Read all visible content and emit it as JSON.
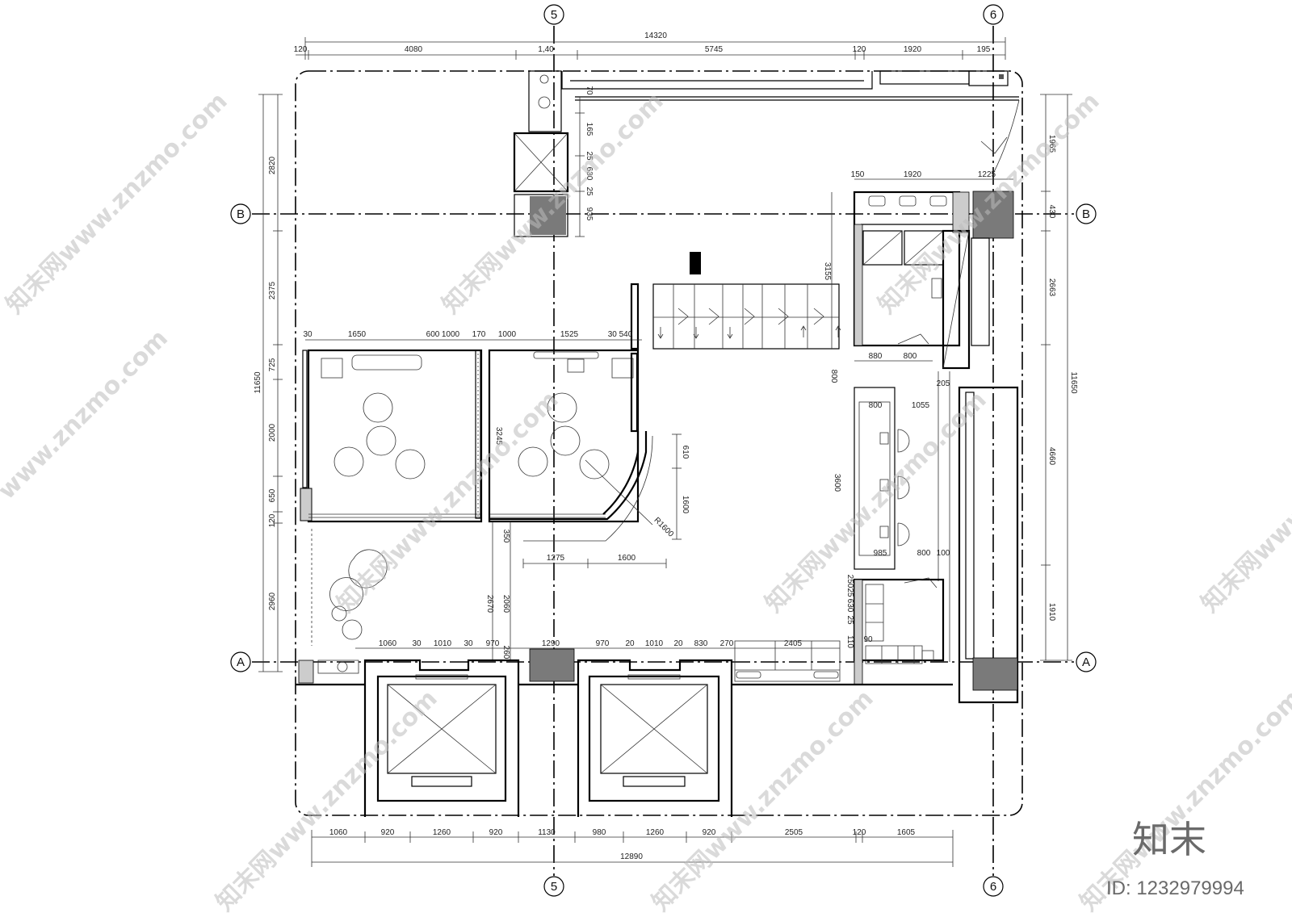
{
  "grid_labels": {
    "col5": "5",
    "col6": "6",
    "rowA": "A",
    "rowB": "B"
  },
  "top_dimensions": {
    "total": "14320",
    "segments": [
      "120",
      "4080",
      "1,40",
      "5745",
      "120",
      "1920",
      "195"
    ]
  },
  "bottom_dimensions": {
    "total": "12890",
    "segments": [
      "1060",
      "920",
      "1260",
      "920",
      "1130",
      "980",
      "1260",
      "920",
      "2505",
      "120",
      "1605"
    ]
  },
  "left_dimensions": {
    "total": "11650",
    "segments": [
      "2820",
      "2375",
      "725",
      "2000",
      "650",
      "120",
      "2960"
    ]
  },
  "right_dimensions": {
    "total": "11650",
    "segments": [
      "1965",
      "430",
      "2663",
      "4660",
      "1910"
    ]
  },
  "room_dimensions": {
    "meeting_row": [
      "30",
      "1650",
      "600",
      "1000",
      "170",
      "1000",
      "1525",
      "30 540"
    ],
    "top_core": [
      "70",
      "165",
      "25",
      "630",
      "25",
      "935"
    ],
    "stair_height": "3155",
    "wc_top": [
      "150",
      "1920",
      "1225"
    ],
    "wc_bottom": [
      "880",
      "800"
    ],
    "left_room_height": "3245",
    "curve_dims": [
      "610",
      "1600",
      "R1600"
    ],
    "curve_bottom": [
      "1275",
      "1600"
    ],
    "vertical_mid": [
      "350",
      "2670",
      "2060"
    ],
    "corridor_800": "800",
    "corridor_205": "205",
    "reception": [
      "800",
      "1055",
      "3600",
      "985",
      "800",
      "100"
    ],
    "pantry_side": [
      "250",
      "25",
      "630",
      "25",
      "110",
      "90"
    ],
    "bottom_row": [
      "1060",
      "30",
      "1010",
      "30",
      "970",
      "1290",
      "970",
      "20",
      "1010",
      "20",
      "830",
      "270",
      "2405"
    ],
    "small_260": "260"
  },
  "brand": {
    "logo_text": "知末",
    "id_label": "ID: 1232979994"
  },
  "watermarks": [
    "知末网www.znzmo.com",
    "www.znzmo.com"
  ]
}
